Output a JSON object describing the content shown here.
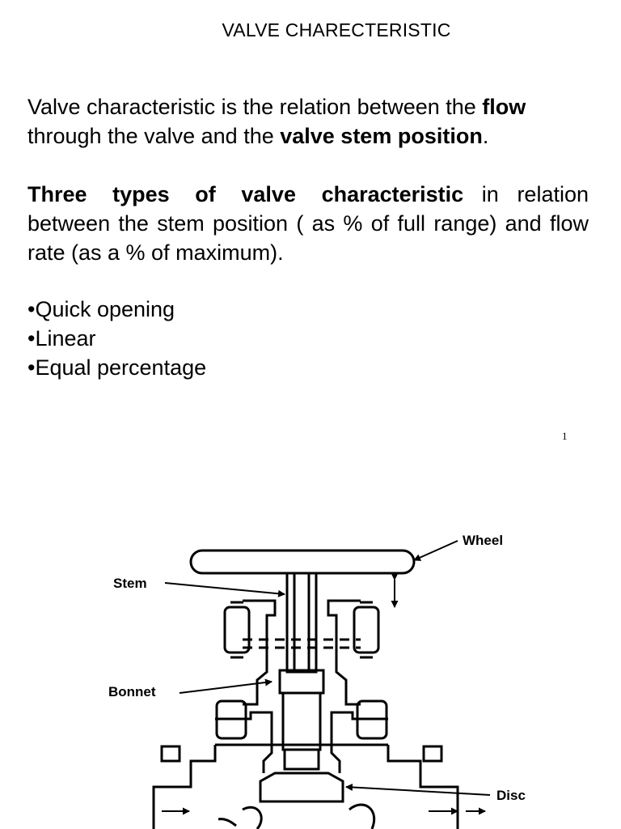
{
  "slide1": {
    "title": "VALVE CHARECTERISTIC",
    "para1": {
      "pre": "Valve characteristic is the relation between the ",
      "bold1": "flow",
      "mid": " through the valve and the ",
      "bold2": "valve stem position",
      "post": "."
    },
    "para2": {
      "bold": "Three types of valve characteristic",
      "rest": " in relation between the stem position ( as % of full range) and flow rate (as a % of maximum)."
    },
    "bullets": [
      "•Quick opening",
      "•Linear",
      "•Equal percentage"
    ],
    "page_number": "1"
  },
  "diagram": {
    "labels": {
      "wheel": "Wheel",
      "stem": "Stem",
      "bonnet": "Bonnet",
      "disc": "Disc"
    }
  }
}
